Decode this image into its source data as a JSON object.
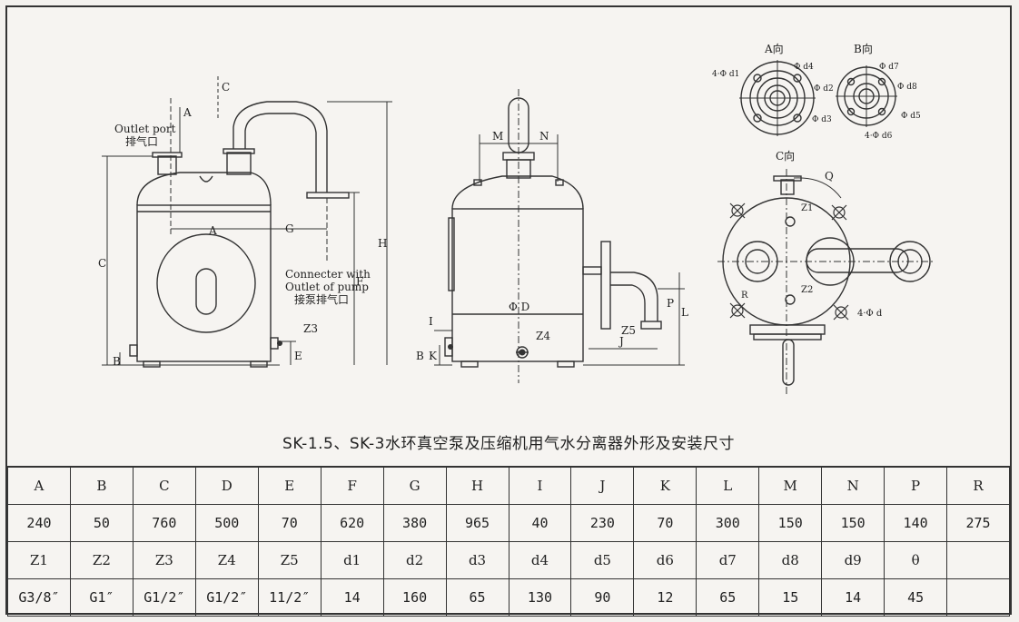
{
  "drawing": {
    "labels": {
      "outlet_port_en": "Outlet port",
      "outlet_port_cn": "排气口",
      "connecter_line1": "Connecter with",
      "connecter_line2": "Outlet of pump",
      "connecter_cn": "接泵排气口",
      "view_a": "A向",
      "view_b": "B向",
      "view_c": "C向",
      "dim_A": "A",
      "dim_B": "B",
      "dim_C": "C",
      "dim_G": "G",
      "dim_H": "H",
      "dim_F": "F",
      "dim_E": "E",
      "dim_I": "I",
      "dim_J": "J",
      "dim_K": "K",
      "dim_L": "L",
      "dim_M": "M",
      "dim_N": "N",
      "dim_P": "P",
      "dim_Q": "Q",
      "dim_R": "R",
      "dim_D": "Φ D",
      "z1": "Z1",
      "z2": "Z2",
      "z3": "Z3",
      "z4": "Z4",
      "z5": "Z5",
      "d1": "4·Φ d1",
      "d2": "Φ d2",
      "d3": "Φ d3",
      "d4": "Φ d4",
      "d5": "Φ d5",
      "d6": "4·Φ d6",
      "d7": "Φ d7",
      "d8": "Φ d8",
      "d_holes": "4·Φ d"
    }
  },
  "caption": "SK-1.5、SK-3水环真空泵及压缩机用气水分离器外形及安装尺寸",
  "table": {
    "header1": [
      "A",
      "B",
      "C",
      "D",
      "E",
      "F",
      "G",
      "H",
      "I",
      "J",
      "K",
      "L",
      "M",
      "N",
      "P",
      "R"
    ],
    "values1": [
      "240",
      "50",
      "760",
      "500",
      "70",
      "620",
      "380",
      "965",
      "40",
      "230",
      "70",
      "300",
      "150",
      "150",
      "140",
      "275"
    ],
    "header2": [
      "Z1",
      "Z2",
      "Z3",
      "Z4",
      "Z5",
      "d1",
      "d2",
      "d3",
      "d4",
      "d5",
      "d6",
      "d7",
      "d8",
      "d9",
      "θ",
      ""
    ],
    "values2": [
      "G3/8″",
      "G1″",
      "G1/2″",
      "G1/2″",
      "11/2″",
      "14",
      "160",
      "65",
      "130",
      "90",
      "12",
      "65",
      "15",
      "14",
      "45",
      ""
    ]
  }
}
